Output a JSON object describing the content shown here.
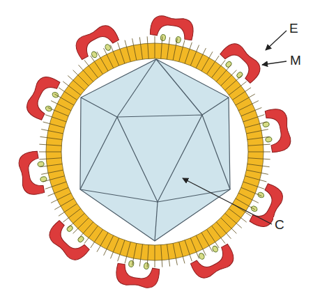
{
  "diagram": {
    "labels": [
      "E",
      "M",
      "C"
    ]
  }
}
